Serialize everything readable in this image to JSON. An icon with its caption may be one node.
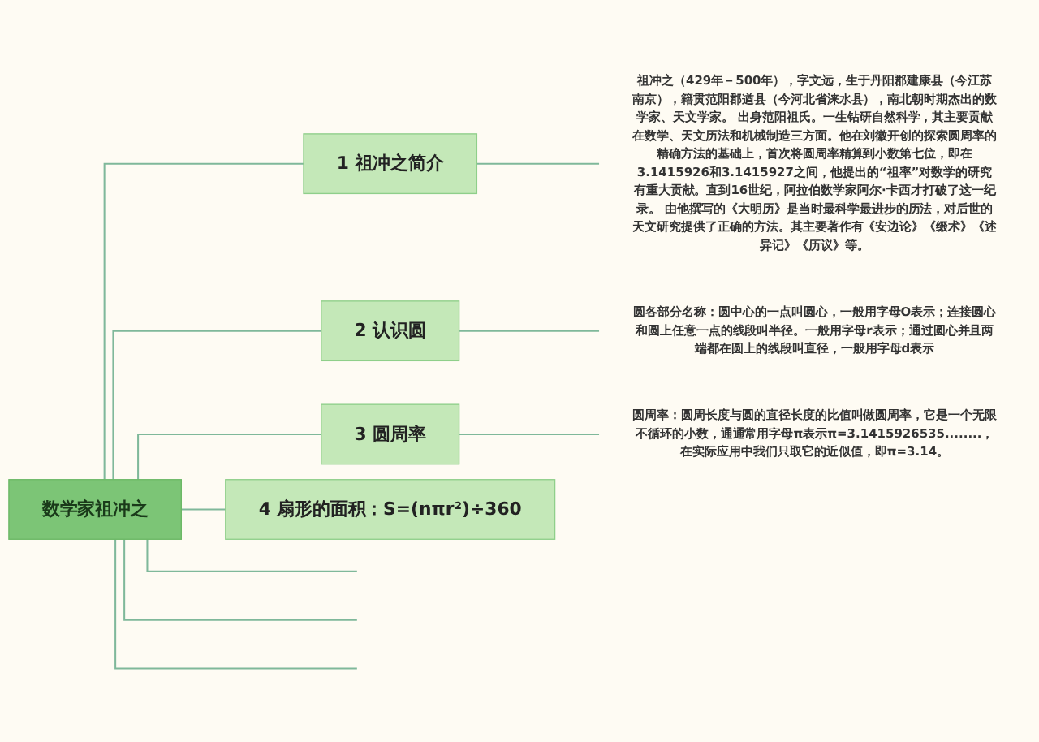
{
  "diagram": {
    "nodes": [
      {
        "text": [
          "数学家祖冲之"
        ]
      },
      {
        "text": [
          "1",
          "祖冲之简介"
        ]
      },
      {
        "text": [
          "祖冲之（429年－500年），字文远，生于丹阳郡建康县（今江苏南京），籍贯范阳郡遒县（今河北省涞水县），南北朝时期杰出的数学家、天文学家。 出身范阳祖氏。一生钻研自然科学，其主要贡献在数学、天文历法和机械制造三方面。他在刘徽开创的探索圆周率的精确方法的基础上，首次将圆周率精算到小数第七位，即在3.1415926和3.1415927之间，他提出的“祖率”对数学的研究有重大贡献。直到16世纪，阿拉伯数学家阿尔·卡西才打破了这一纪录。 由他撰写的《大明历》是当时最科学最进步的历法，对后世的天文研究提供了正确的方法。其主要著作有《安边论》《缀术》《述异记》《历议》等。"
        ]
      },
      {
        "text": [
          "2",
          "认识圆"
        ]
      },
      {
        "text": [
          "圆各部分名称：圆中心的一点叫圆心，一般用字母O表示；连接圆心和圆上任意一点的线段叫半径。一般用字母r表示；通过圆心并且两端都在圆上的线段叫直径，一般用字母d表示"
        ]
      },
      {
        "text": [
          "3",
          "圆周率"
        ]
      },
      {
        "text": [
          "圆周率：圆周长度与圆的直径长度的比值叫做圆周率，它是一个无限不循环的小数，通通常用字母π表示π=3.1415926535........，在实际应用中我们只取它的近似值，即π=3.14。"
        ]
      },
      {
        "text": [
          "4",
          "扇形的面积：S=(nπr²)÷360"
        ]
      }
    ],
    "edges": [
      {
        "from": 0,
        "to": 1,
        "arrow": "none"
      },
      {
        "from": 1,
        "to": 2,
        "arrow": "none"
      },
      {
        "from": 0,
        "to": 3,
        "arrow": "none"
      },
      {
        "from": 3,
        "to": 4,
        "arrow": "none"
      },
      {
        "from": 0,
        "to": 5,
        "arrow": "none"
      },
      {
        "from": 5,
        "to": 6,
        "arrow": "none"
      },
      {
        "from": 0,
        "to": 7,
        "arrow": "none"
      },
      {
        "from": 0,
        "to": null,
        "arrow": "none"
      },
      {
        "from": 0,
        "to": null,
        "arrow": "none"
      },
      {
        "from": 0,
        "to": null,
        "arrow": "none"
      }
    ]
  }
}
